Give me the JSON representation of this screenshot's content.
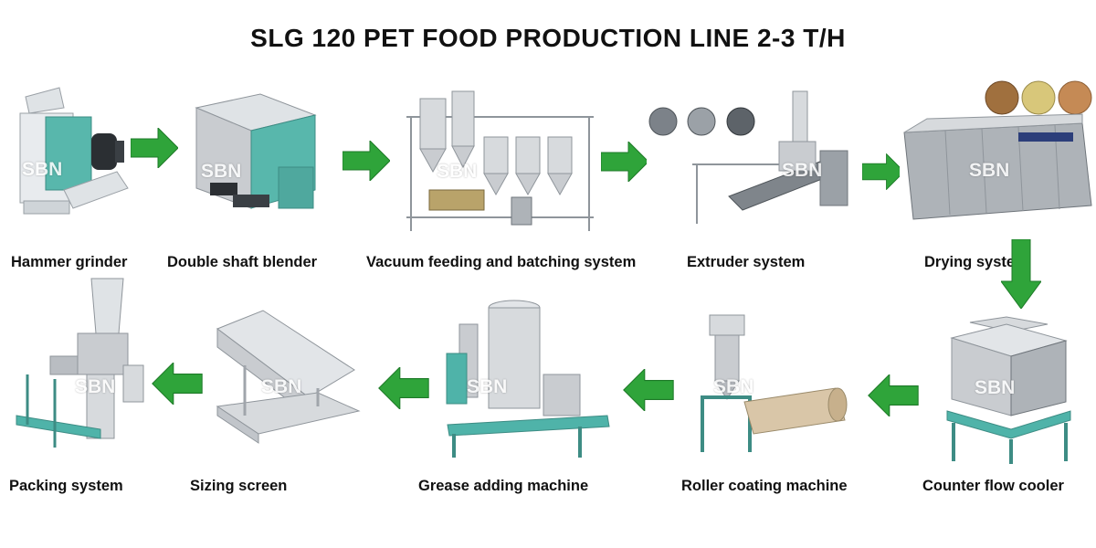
{
  "title": "SLG 120 PET FOOD PRODUCTION LINE  2-3 T/H",
  "watermark": "SBN",
  "colors": {
    "arrow_green": "#2fa43a",
    "machine_teal": "#4fb3a9",
    "machine_steel": "#c9ccd0"
  },
  "machines": [
    {
      "label": "Hammer grinder"
    },
    {
      "label": "Double shaft blender"
    },
    {
      "label": "Vacuum feeding and batching system"
    },
    {
      "label": "Extruder system"
    },
    {
      "label": "Drying system"
    },
    {
      "label": "Counter flow cooler"
    },
    {
      "label": "Roller coating machine"
    },
    {
      "label": "Grease adding machine"
    },
    {
      "label": "Sizing screen"
    },
    {
      "label": "Packing system"
    }
  ]
}
